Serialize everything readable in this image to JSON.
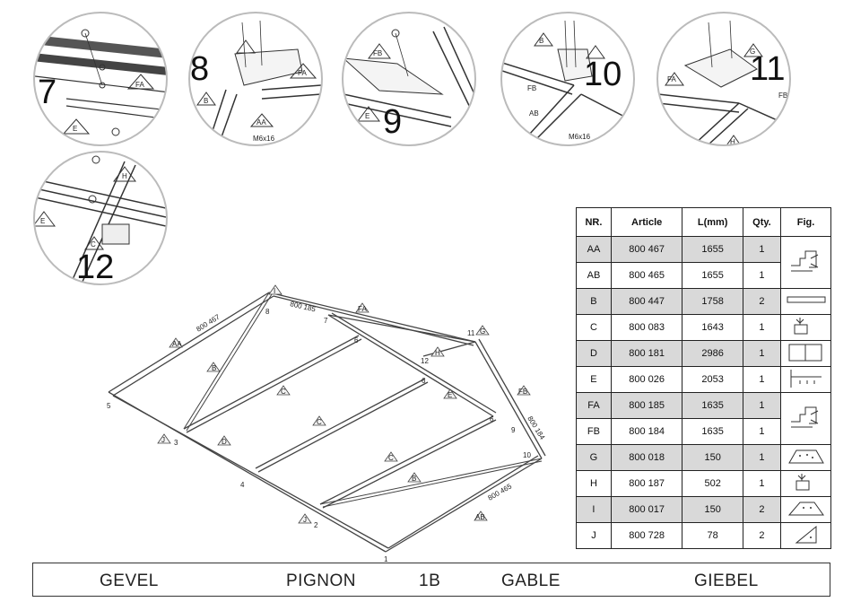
{
  "steps": [
    "7",
    "8",
    "9",
    "10",
    "11",
    "12"
  ],
  "callouts": {
    "c7": [
      "FA",
      "E"
    ],
    "c8": [
      "FA",
      "B",
      "AA",
      "M6x16"
    ],
    "c9": [
      "FB",
      "E"
    ],
    "c10": [
      "B",
      "FB",
      "AB",
      "M6x16"
    ],
    "c11": [
      "FA",
      "G",
      "FB",
      "H"
    ],
    "c12": [
      "H",
      "E",
      "C"
    ]
  },
  "diagram": {
    "part_codes": [
      "800 467",
      "800 185",
      "800 184",
      "800 465"
    ],
    "labels": [
      "AA",
      "FA",
      "FB",
      "AB",
      "B",
      "C",
      "D",
      "E",
      "G",
      "H",
      "I",
      "J"
    ],
    "numbers": [
      "1",
      "2",
      "3",
      "4",
      "5",
      "6",
      "7",
      "8",
      "9",
      "10",
      "11",
      "12"
    ]
  },
  "table": {
    "headers": [
      "NR.",
      "Article",
      "L(mm)",
      "Qty.",
      "Fig."
    ],
    "rows": [
      {
        "nr": "AA",
        "article": "800 467",
        "length": "1655",
        "qty": "1"
      },
      {
        "nr": "AB",
        "article": "800 465",
        "length": "1655",
        "qty": "1"
      },
      {
        "nr": "B",
        "article": "800 447",
        "length": "1758",
        "qty": "2"
      },
      {
        "nr": "C",
        "article": "800 083",
        "length": "1643",
        "qty": "1"
      },
      {
        "nr": "D",
        "article": "800 181",
        "length": "2986",
        "qty": "1"
      },
      {
        "nr": "E",
        "article": "800 026",
        "length": "2053",
        "qty": "1"
      },
      {
        "nr": "FA",
        "article": "800 185",
        "length": "1635",
        "qty": "1"
      },
      {
        "nr": "FB",
        "article": "800 184",
        "length": "1635",
        "qty": "1"
      },
      {
        "nr": "G",
        "article": "800 018",
        "length": "150",
        "qty": "1"
      },
      {
        "nr": "H",
        "article": "800 187",
        "length": "502",
        "qty": "1"
      },
      {
        "nr": "I",
        "article": "800 017",
        "length": "150",
        "qty": "2"
      },
      {
        "nr": "J",
        "article": "800 728",
        "length": "78",
        "qty": "2"
      }
    ]
  },
  "footer": {
    "t1": "GEVEL",
    "t2": "PIGNON",
    "t3": "1B",
    "t4": "GABLE",
    "t5": "GIEBEL"
  }
}
